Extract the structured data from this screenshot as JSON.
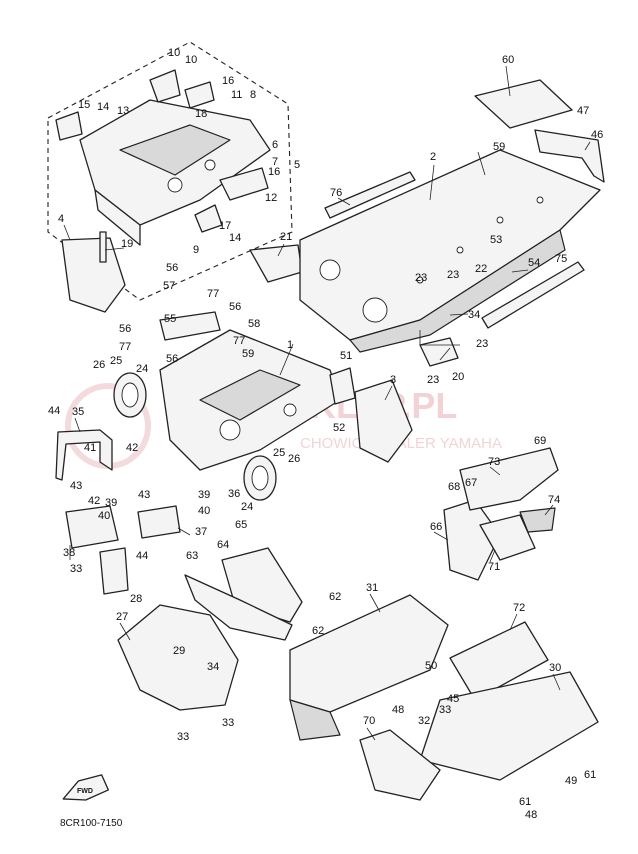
{
  "diagram": {
    "drawing_code": "8CR100-7150",
    "fwd_label": "FWD",
    "watermark": {
      "main": "ASKLEP.PL",
      "sub": "CHOWICZ DEALER YAMAHA"
    },
    "callouts": [
      "1",
      "2",
      "3",
      "4",
      "5",
      "6",
      "7",
      "8",
      "9",
      "10",
      "11",
      "12",
      "13",
      "14",
      "15",
      "16",
      "17",
      "18",
      "19",
      "20",
      "21",
      "22",
      "23",
      "24",
      "25",
      "26",
      "27",
      "28",
      "29",
      "30",
      "31",
      "32",
      "33",
      "34",
      "35",
      "36",
      "37",
      "38",
      "39",
      "40",
      "41",
      "42",
      "43",
      "44",
      "45",
      "46",
      "47",
      "48",
      "49",
      "50",
      "51",
      "52",
      "53",
      "54",
      "55",
      "56",
      "57",
      "58",
      "59",
      "60",
      "61",
      "62",
      "63",
      "64",
      "65",
      "66",
      "67",
      "68",
      "69",
      "70",
      "71",
      "72",
      "73",
      "74",
      "75",
      "76",
      "77"
    ]
  }
}
